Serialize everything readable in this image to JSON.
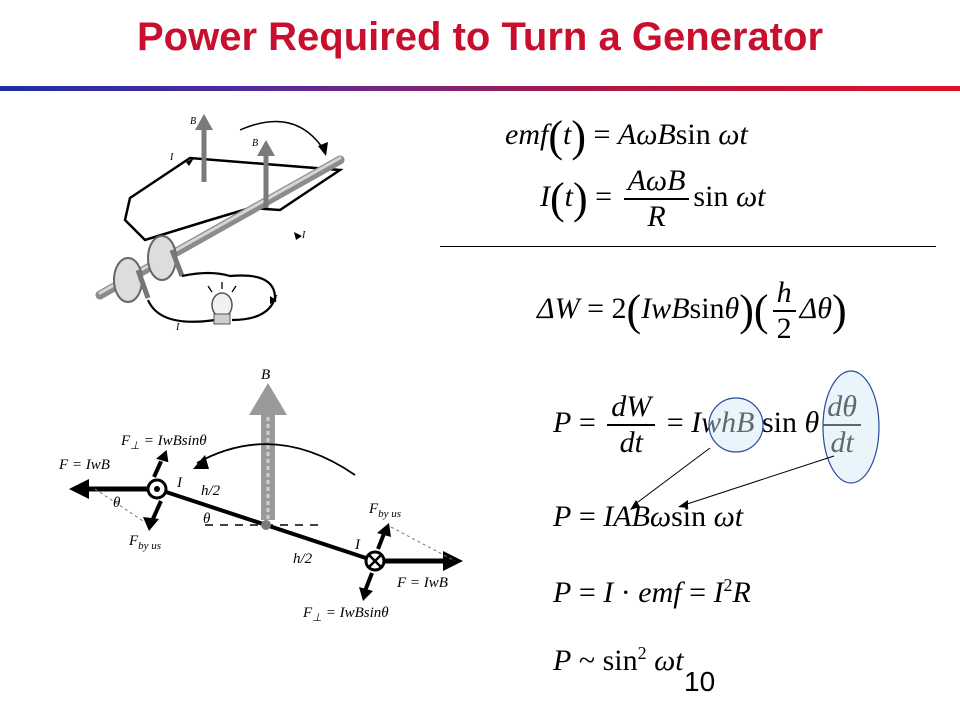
{
  "slide": {
    "title": "Power Required to Turn a Generator",
    "page_number": "10"
  },
  "equations": {
    "emf_t": {
      "lhs": "emf",
      "arg": "t",
      "rhs": "AωB",
      "fn": "sin",
      "rest": "ωt"
    },
    "current_t": {
      "lhs": "I",
      "arg": "t",
      "num": "AωB",
      "den": "R",
      "fn": "sin",
      "rest": "ωt"
    },
    "work": {
      "lhs": "ΔW",
      "coef": "2",
      "term": "IwB",
      "fn": "sin",
      "angle": "θ",
      "num": "h",
      "den": "2",
      "delta": "Δθ"
    },
    "power_deriv": {
      "lhs": "P",
      "num": "dW",
      "den": "dt",
      "mid": "IwhB",
      "fn": "sin",
      "angle": "θ",
      "num2": "dθ",
      "den2": "dt"
    },
    "power_iab": {
      "lhs": "P",
      "rhs": "IABω",
      "fn": "sin",
      "rest": "ωt"
    },
    "power_emf": {
      "lhs": "P",
      "a": "I",
      "b": "emf",
      "c": "I",
      "exp": "2",
      "d": "R"
    },
    "power_prop": {
      "lhs": "P",
      "rel": "~",
      "fn": "sin",
      "exp": "2",
      "rest": "ωt"
    }
  },
  "top_diagram": {
    "field_label": "B",
    "current_label": "I"
  },
  "bottom_diagram": {
    "field": "B",
    "current": "I",
    "f_perp_prefix": "F",
    "f_perp_value": "= IwBsinθ",
    "force_left": "F = IwB",
    "force_right": "F = IwB",
    "f_by_us_prefix": "F",
    "f_by_us_sub": "by us",
    "theta": "θ",
    "half_h": "h/2"
  }
}
